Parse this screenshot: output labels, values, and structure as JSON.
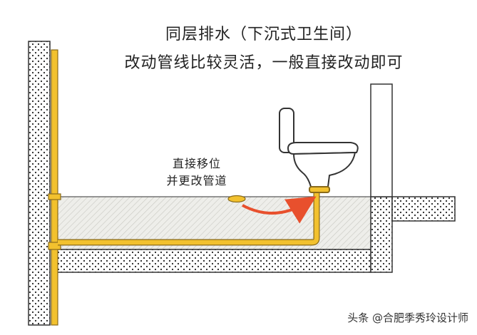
{
  "title": {
    "line1": "同层排水（下沉式卫生间）",
    "line2": "改动管线比较灵活，一般直接改动即可"
  },
  "annotation": {
    "line1": "直接移位",
    "line2": "并更改管道"
  },
  "credit": "头条 @合肥季秀玲设计师",
  "colors": {
    "pipe": "#f2c12e",
    "pipe_outline": "#8a6b1a",
    "arrow": "#e8502d",
    "wall_fill": "#f2f0e6",
    "fill_dots": "#f0efe8",
    "outline": "#333333",
    "toilet": "#ffffff"
  }
}
